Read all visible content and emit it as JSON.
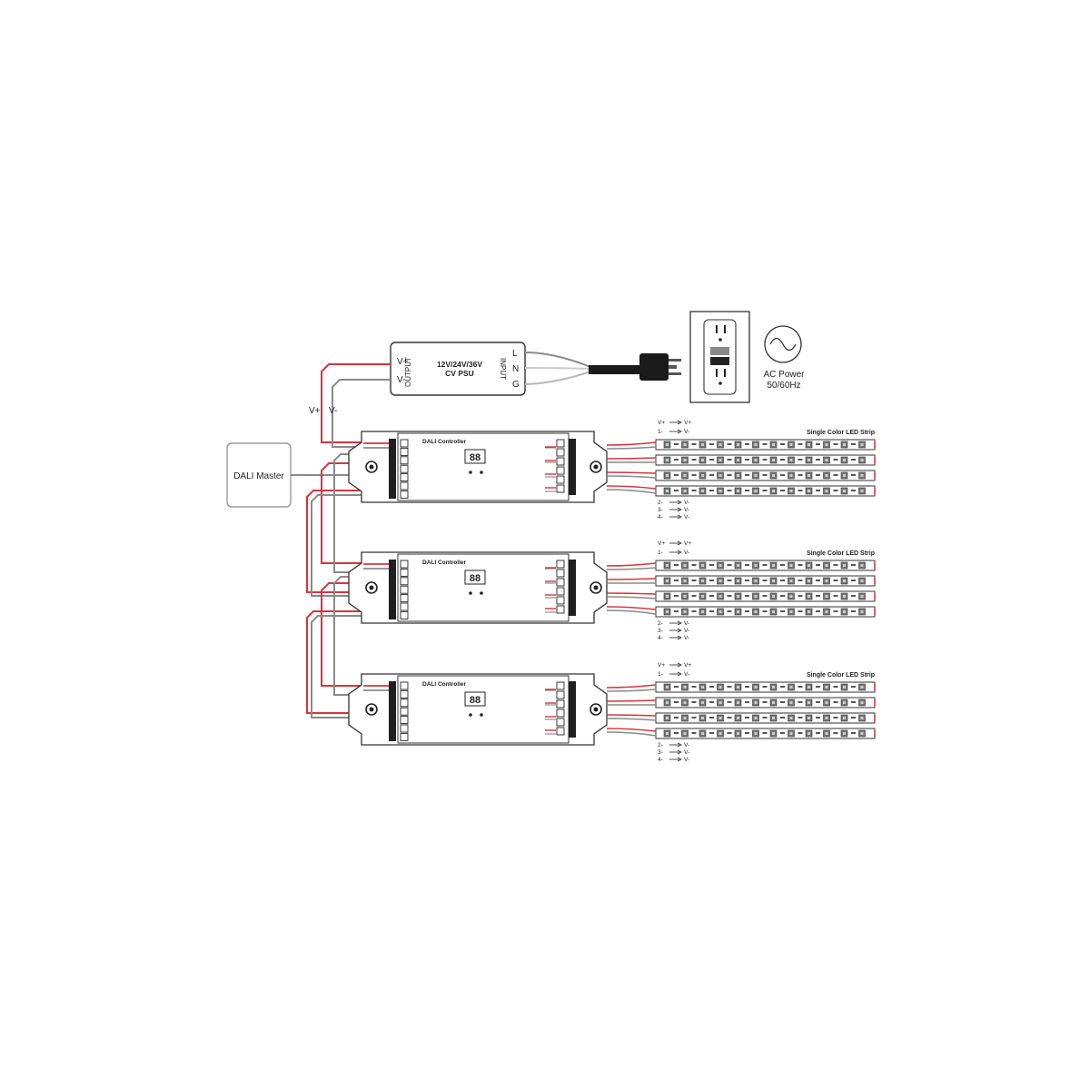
{
  "psu": {
    "title_line1": "12V/24V/36V",
    "title_line2": "CV PSU",
    "output_label": "OUTPUT",
    "input_label": "INPUT",
    "out_pos": "V+",
    "out_neg": "V-",
    "in_l": "L",
    "in_n": "N",
    "in_g": "G"
  },
  "supply_wire_labels": {
    "pos": "V+",
    "neg": "V-"
  },
  "ac": {
    "line1": "AC Power",
    "line2": "50/60Hz",
    "icon": "sine-wave-icon"
  },
  "outlet": {
    "icon": "power-outlet-icon"
  },
  "plug": {
    "icon": "power-plug-icon"
  },
  "dali_master": {
    "label": "DALI Master"
  },
  "controllers": [
    {
      "title": "DALI Controller",
      "display": "88"
    },
    {
      "title": "DALI Controller",
      "display": "88"
    },
    {
      "title": "DALI Controller",
      "display": "88"
    }
  ],
  "strip_groups": [
    {
      "title": "Single Color LED Strip",
      "top_map": [
        [
          "V+",
          "V+"
        ],
        [
          "1-",
          "V-"
        ]
      ],
      "bottom_map": [
        [
          "2-",
          "V-"
        ],
        [
          "3-",
          "V-"
        ],
        [
          "4-",
          "V-"
        ]
      ]
    },
    {
      "title": "Single Color LED Strip",
      "top_map": [
        [
          "V+",
          "V+"
        ],
        [
          "1-",
          "V-"
        ]
      ],
      "bottom_map": [
        [
          "2-",
          "V-"
        ],
        [
          "3-",
          "V-"
        ],
        [
          "4-",
          "V-"
        ]
      ]
    },
    {
      "title": "Single Color LED Strip",
      "top_map": [
        [
          "V+",
          "V+"
        ],
        [
          "1-",
          "V-"
        ]
      ],
      "bottom_map": [
        [
          "2-",
          "V-"
        ],
        [
          "3-",
          "V-"
        ],
        [
          "4-",
          "V-"
        ]
      ]
    }
  ],
  "colors": {
    "wire_pos": "#d8343c",
    "wire_neg": "#8a8a8a",
    "outline": "#333333",
    "cable_dark": "#1a1a1a"
  }
}
